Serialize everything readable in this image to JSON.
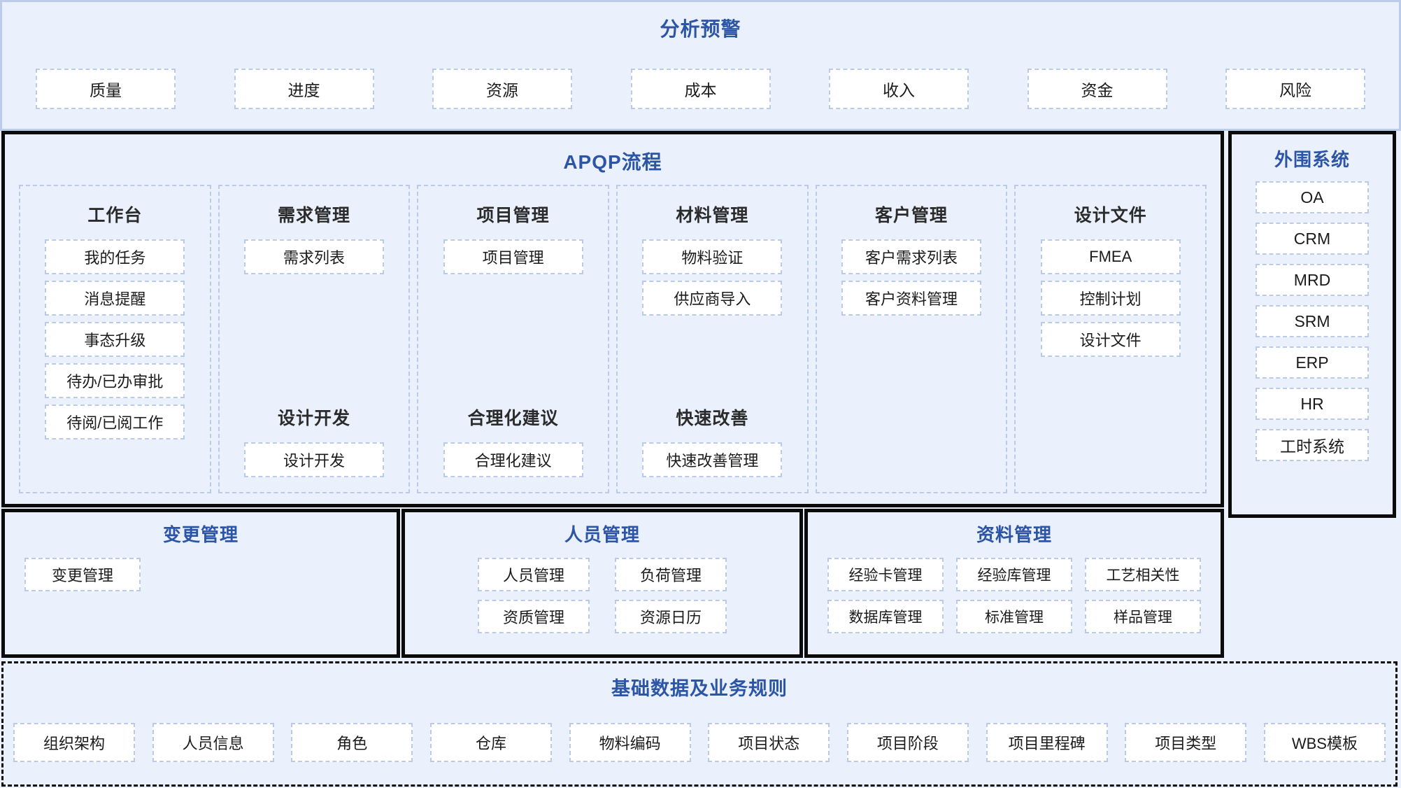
{
  "colors": {
    "page_background": "#eaf0fc",
    "section_title": "#2d55a6",
    "chip_border": "#b9cbe9",
    "chip_fill": "#ffffff",
    "heavy_border": "#0b0b0b",
    "alerts_border": "#bccbe8"
  },
  "alerts": {
    "title": "分析预警",
    "items": [
      {
        "label": "质量"
      },
      {
        "label": "进度"
      },
      {
        "label": "资源"
      },
      {
        "label": "成本"
      },
      {
        "label": "收入"
      },
      {
        "label": "资金"
      },
      {
        "label": "风险"
      }
    ]
  },
  "apqp": {
    "title": "APQP流程",
    "columns": [
      {
        "title": "工作台",
        "items": [
          "我的任务",
          "消息提醒",
          "事态升级",
          "待办/已办审批",
          "待阅/已阅工作"
        ],
        "second_title": "",
        "second_items": []
      },
      {
        "title": "需求管理",
        "items": [
          "需求列表"
        ],
        "second_title": "设计开发",
        "second_items": [
          "设计开发"
        ]
      },
      {
        "title": "项目管理",
        "items": [
          "项目管理"
        ],
        "second_title": "合理化建议",
        "second_items": [
          "合理化建议"
        ]
      },
      {
        "title": "材料管理",
        "items": [
          "物料验证",
          "供应商导入"
        ],
        "second_title": "快速改善",
        "second_items": [
          "快速改善管理"
        ]
      },
      {
        "title": "客户管理",
        "items": [
          "客户需求列表",
          "客户资料管理"
        ],
        "second_title": "",
        "second_items": []
      },
      {
        "title": "设计文件",
        "items": [
          "FMEA",
          "控制计划",
          "设计文件"
        ],
        "second_title": "",
        "second_items": []
      }
    ]
  },
  "peripheral": {
    "title": "外围系统",
    "items": [
      "OA",
      "CRM",
      "MRD",
      "SRM",
      "ERP",
      "HR",
      "工时系统"
    ]
  },
  "change_management": {
    "title": "变更管理",
    "items": [
      "变更管理"
    ]
  },
  "staff_management": {
    "title": "人员管理",
    "items": [
      "人员管理",
      "负荷管理",
      "资质管理",
      "资源日历"
    ]
  },
  "data_management": {
    "title": "资料管理",
    "items": [
      "经验卡管理",
      "经验库管理",
      "工艺相关性",
      "数据库管理",
      "标准管理",
      "样品管理"
    ]
  },
  "foundation": {
    "title": "基础数据及业务规则",
    "items": [
      "组织架构",
      "人员信息",
      "角色",
      "仓库",
      "物料编码",
      "项目状态",
      "项目阶段",
      "项目里程碑",
      "项目类型",
      "WBS模板"
    ]
  }
}
